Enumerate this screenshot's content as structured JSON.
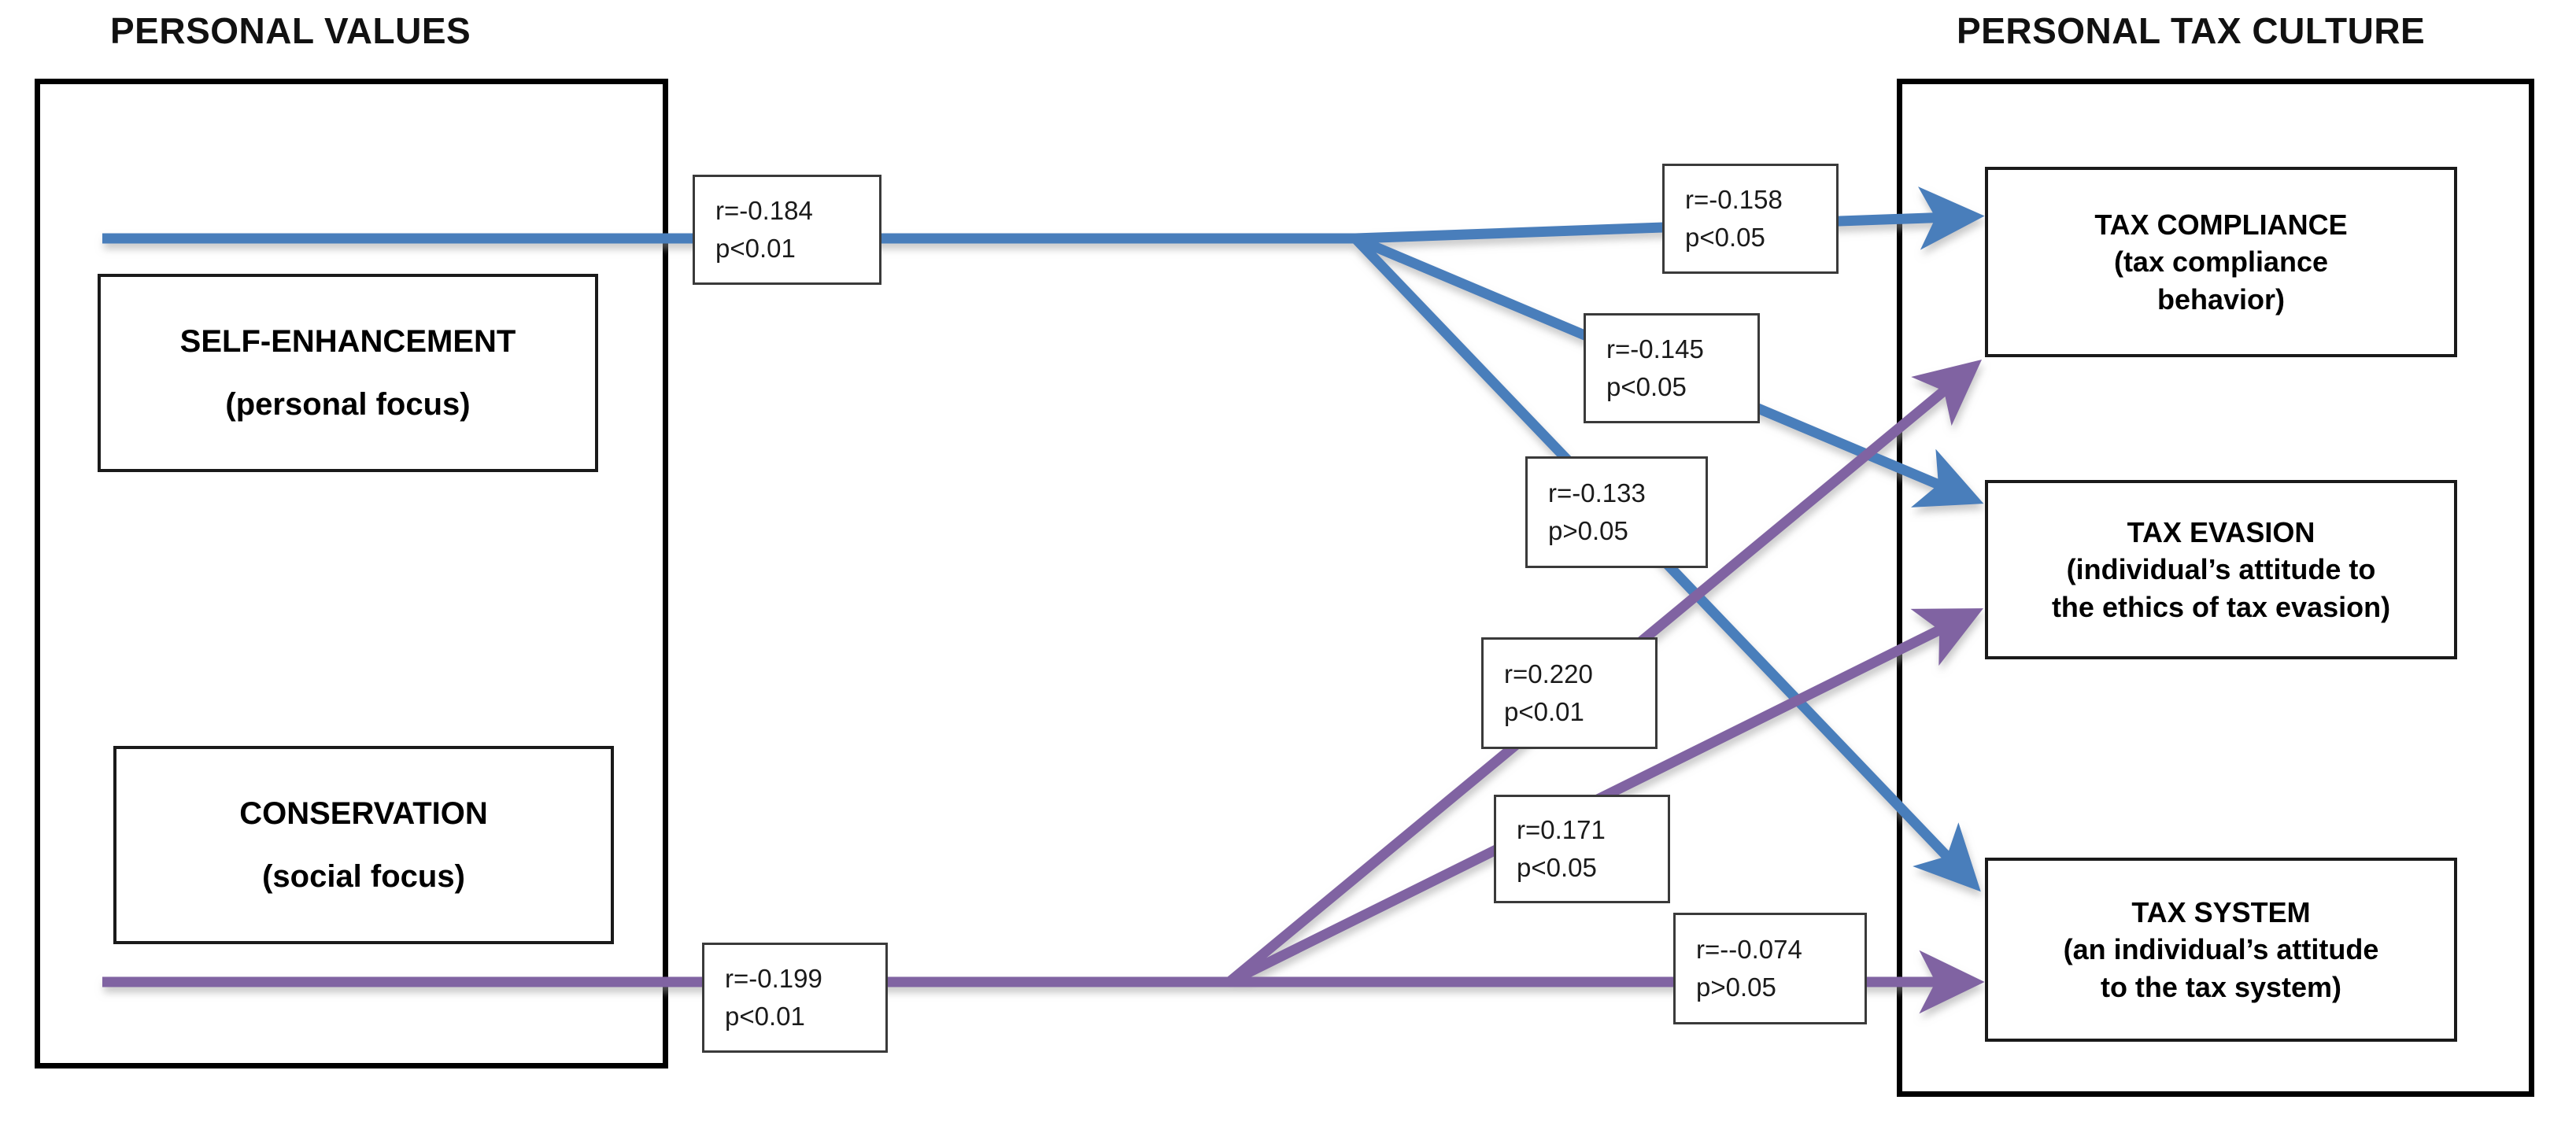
{
  "diagram": {
    "title_left": "PERSONAL VALUES",
    "title_right": "PERSONAL TAX CULTURE",
    "colors": {
      "blue": "#4a7ebb",
      "purple": "#8064a2",
      "frame": "#000000",
      "box_border": "#1a1a1a",
      "label_border": "#3a3a3a",
      "background": "#ffffff"
    }
  },
  "left_group": {
    "heading": "PERSONAL VALUES",
    "boxes": [
      {
        "title": "SELF-ENHANCEMENT",
        "subtitle": "(personal focus)"
      },
      {
        "title": "CONSERVATION",
        "subtitle": "(social focus)"
      }
    ]
  },
  "right_group": {
    "heading": "PERSONAL TAX CULTURE",
    "boxes": [
      {
        "title": "TAX COMPLIANCE",
        "line2": "(tax compliance",
        "line3": "behavior)"
      },
      {
        "title": "TAX EVASION",
        "line2": "(individual’s attitude to",
        "line3": "the ethics of tax evasion)"
      },
      {
        "title": "TAX SYSTEM",
        "line2": "(an individual’s attitude",
        "line3": "to the tax system)"
      }
    ]
  },
  "chart_data": {
    "type": "diagram",
    "title": "Relationships between personal values and personal tax culture",
    "nodes": [
      {
        "id": "self_enhancement",
        "label": "SELF-ENHANCEMENT (personal focus)",
        "group": "PERSONAL VALUES"
      },
      {
        "id": "conservation",
        "label": "CONSERVATION (social focus)",
        "group": "PERSONAL VALUES"
      },
      {
        "id": "tax_compliance",
        "label": "TAX COMPLIANCE (tax compliance behavior)",
        "group": "PERSONAL TAX CULTURE"
      },
      {
        "id": "tax_evasion",
        "label": "TAX EVASION (individual’s attitude to the ethics of tax evasion)",
        "group": "PERSONAL TAX CULTURE"
      },
      {
        "id": "tax_system",
        "label": "TAX SYSTEM (an individual’s attitude to the tax system)",
        "group": "PERSONAL TAX CULTURE"
      }
    ],
    "edges": [
      {
        "source": "self_enhancement",
        "target": "tax_compliance",
        "r": -0.158,
        "p": "p<0.05",
        "color": "#4a7ebb"
      },
      {
        "source": "self_enhancement",
        "target": "tax_evasion",
        "r": -0.145,
        "p": "p<0.05",
        "color": "#4a7ebb"
      },
      {
        "source": "self_enhancement",
        "target": "tax_system",
        "r": -0.133,
        "p": "p>0.05",
        "color": "#4a7ebb"
      },
      {
        "source": "conservation",
        "target": "tax_compliance",
        "r": 0.22,
        "p": "p<0.01",
        "color": "#8064a2"
      },
      {
        "source": "conservation",
        "target": "tax_evasion",
        "r": 0.171,
        "p": "p<0.05",
        "color": "#8064a2"
      },
      {
        "source": "conservation",
        "target": "tax_system",
        "r": -0.074,
        "p": "p>0.05",
        "color": "#8064a2"
      }
    ]
  },
  "labels": [
    {
      "id": "lbl-1",
      "r": "r=-0.184",
      "p": "p<0.01"
    },
    {
      "id": "lbl-2",
      "r": "r=-0.158",
      "p": "p<0.05"
    },
    {
      "id": "lbl-3",
      "r": "r=-0.145",
      "p": "p<0.05"
    },
    {
      "id": "lbl-4",
      "r": "r=-0.133",
      "p": "p>0.05"
    },
    {
      "id": "lbl-5",
      "r": "r=0.220",
      "p": "p<0.01"
    },
    {
      "id": "lbl-6",
      "r": "r=0.171",
      "p": "p<0.05"
    },
    {
      "id": "lbl-7",
      "r": "r=--0.074",
      "p": "p>0.05"
    },
    {
      "id": "lbl-8",
      "r": "r=-0.199",
      "p": "p<0.01"
    }
  ]
}
